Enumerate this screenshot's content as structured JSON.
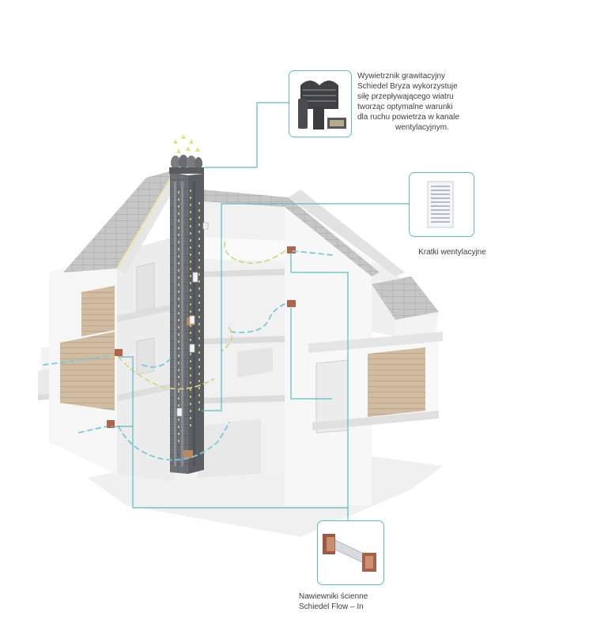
{
  "callouts": {
    "bryza": {
      "icon": "roof-ventilator-icon",
      "lines": [
        "Wywietrznik grawitacyjny",
        "Schiedel Bryza wykorzystuje",
        "siłę przepływającego wiatru",
        "tworząc optymalne warunki",
        "dla ruchu powietrza w kanale",
        "wentylacyjnym."
      ]
    },
    "grates": {
      "icon": "ventilation-grate-icon",
      "label": "Kratki wentylacyjne"
    },
    "flow_in": {
      "icon": "wall-air-inlet-icon",
      "lines": [
        "Nawiewniki ścienne",
        "Schiedel Flow – In"
      ]
    }
  },
  "colors": {
    "leader_line": "#5fb8c4",
    "airflow": "#7ec6dc",
    "airflow_warm": "#d8d48a",
    "wall": "#f4f4f4",
    "roof": "#c9c9c9",
    "chimney": "#6f7276",
    "wood": "#cdb79c",
    "vent": "#b0654a"
  }
}
